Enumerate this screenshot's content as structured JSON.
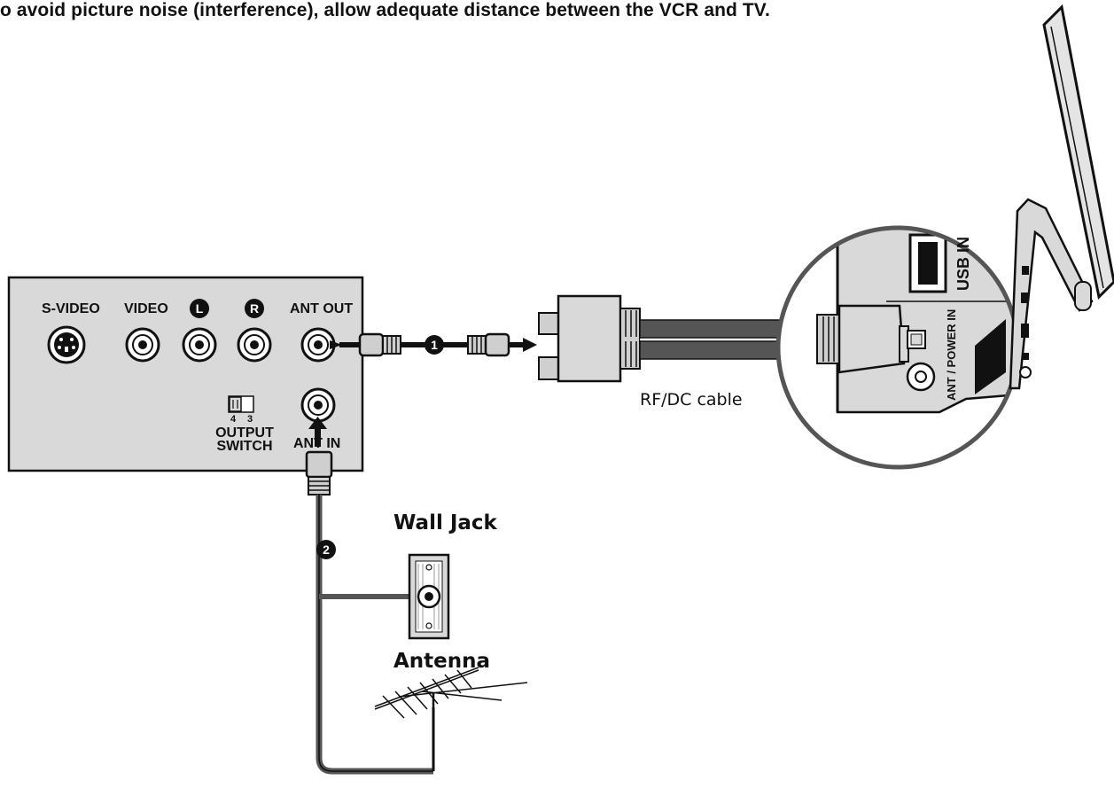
{
  "caption": "o avoid picture noise (interference), allow adequate distance between the VCR and TV.",
  "vcr_panel": {
    "jacks": {
      "svideo": "S-VIDEO",
      "video": "VIDEO",
      "left": "L",
      "right": "R",
      "ant_out": "ANT OUT",
      "ant_in": "ANT IN"
    },
    "switch": {
      "pos_4": "4",
      "pos_3": "3",
      "label_line1": "OUTPUT",
      "label_line2": "SWITCH"
    }
  },
  "steps": {
    "one": "1",
    "two": "2"
  },
  "cable_label": "RF/DC cable",
  "wall_jack_label": "Wall Jack",
  "antenna_label": "Antenna",
  "tv_panel": {
    "usb_in": "USB IN",
    "ant_power_in": "ANT / POWER IN"
  },
  "colors": {
    "panel_fill": "#d9d9d9",
    "cable": "#555555",
    "outline": "#111111",
    "badge": "#111111"
  }
}
